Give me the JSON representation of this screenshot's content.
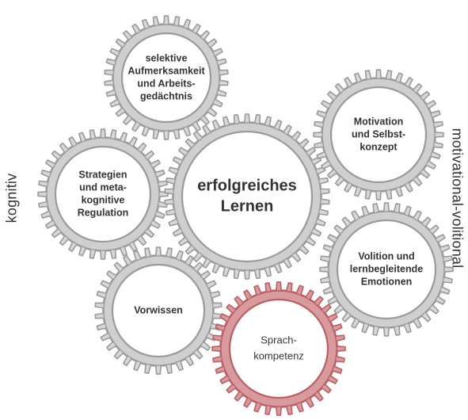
{
  "side_labels": {
    "left": "kognitiv",
    "right": "motivational-volitional"
  },
  "colors": {
    "gear_gray": "#9a9a9a",
    "gear_gray_fill": "#d7d7d7",
    "gear_highlight": "#b85f64",
    "gear_highlight_fill": "#d99a9d",
    "text": "#333333"
  },
  "gears": [
    {
      "id": "top",
      "lines": [
        "selektive",
        "Aufmerksamkeit",
        "und Arbeits-",
        "gedächtnis"
      ],
      "highlight": false,
      "bold": true
    },
    {
      "id": "strategies",
      "lines": [
        "Strategien",
        "und meta-",
        "kognitive",
        "Regulation"
      ],
      "highlight": false,
      "bold": true
    },
    {
      "id": "center",
      "lines": [
        "erfolgreiches",
        "Lernen"
      ],
      "highlight": false,
      "bold": true
    },
    {
      "id": "motivation",
      "lines": [
        "Motivation",
        "und Selbst-",
        "konzept"
      ],
      "highlight": false,
      "bold": true
    },
    {
      "id": "volition",
      "lines": [
        "Volition und",
        "lernbegleitende",
        "Emotionen"
      ],
      "highlight": false,
      "bold": true
    },
    {
      "id": "vorwissen",
      "lines": [
        "Vorwissen"
      ],
      "highlight": false,
      "bold": true
    },
    {
      "id": "sprach",
      "lines": [
        "Sprach-",
        "kompetenz"
      ],
      "highlight": true,
      "bold": false
    }
  ]
}
